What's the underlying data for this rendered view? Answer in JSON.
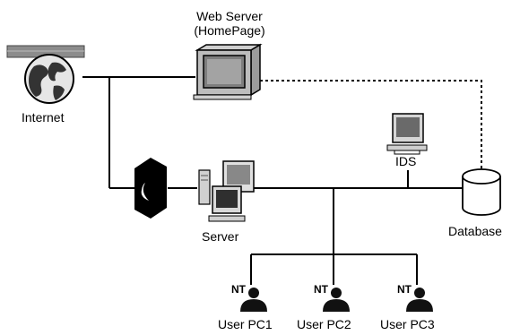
{
  "diagram": {
    "nodes": {
      "web_server": {
        "label_line1": "Web Server",
        "label_line2": "(HomePage)",
        "icon": "server-computer-icon"
      },
      "internet": {
        "label": "Internet",
        "icon": "globe-icon"
      },
      "ids": {
        "label": "IDS",
        "icon": "desktop-computer-icon"
      },
      "firewall": {
        "label": "",
        "icon": "firewall-icon"
      },
      "server": {
        "label": "Server",
        "icon": "server-cluster-icon"
      },
      "database": {
        "label": "Database",
        "icon": "database-cylinder-icon"
      },
      "user_pc1": {
        "label": "User PC1",
        "badge": "NT",
        "icon": "user-icon"
      },
      "user_pc2": {
        "label": "User PC2",
        "badge": "NT",
        "icon": "user-icon"
      },
      "user_pc3": {
        "label": "User PC3",
        "badge": "NT",
        "icon": "user-icon"
      }
    },
    "connections": [
      {
        "from": "internet",
        "to": "web_server",
        "style": "solid"
      },
      {
        "from": "internet",
        "to": "firewall",
        "style": "solid"
      },
      {
        "from": "firewall",
        "to": "server",
        "style": "solid"
      },
      {
        "from": "server",
        "to": "ids",
        "style": "solid"
      },
      {
        "from": "server",
        "to": "database",
        "style": "solid"
      },
      {
        "from": "server",
        "to": "user_pc1",
        "style": "solid"
      },
      {
        "from": "server",
        "to": "user_pc2",
        "style": "solid"
      },
      {
        "from": "server",
        "to": "user_pc3",
        "style": "solid"
      },
      {
        "from": "web_server",
        "to": "database",
        "style": "dashed"
      }
    ],
    "colors": {
      "line": "#000000",
      "screen": "#8a8a8a",
      "icon_dark": "#111111",
      "icon_mid": "#6e6e6e",
      "icon_light": "#d9d9d9"
    }
  }
}
